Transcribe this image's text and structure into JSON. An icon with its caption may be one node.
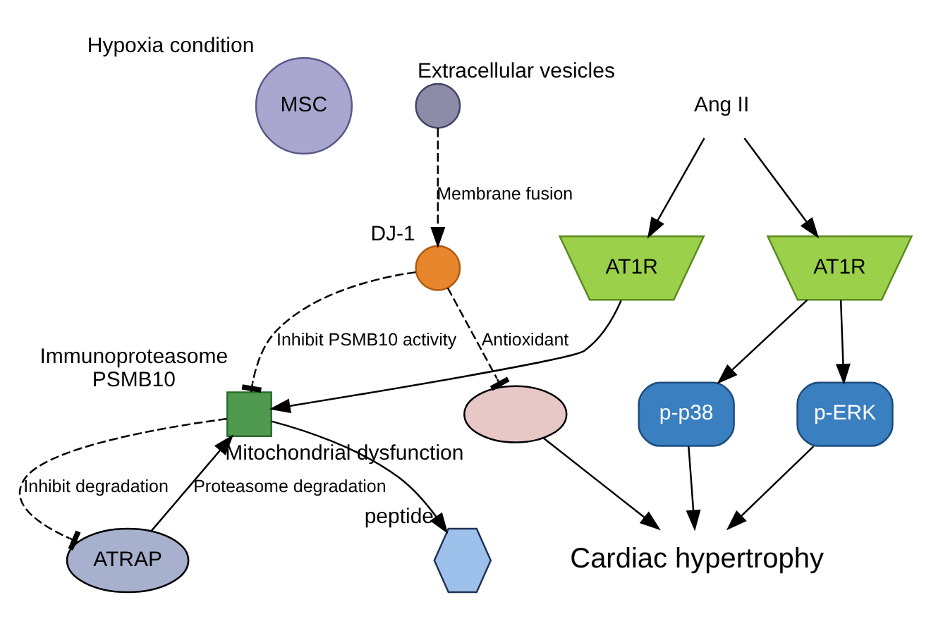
{
  "diagram": {
    "nodes": [
      {
        "text": [
          "MSC"
        ],
        "beside": [
          "Hypoxia condition"
        ]
      },
      {
        "text": [],
        "shape": "circle",
        "beside": [
          "Extracellular vesicles"
        ]
      },
      {
        "text": [
          "Ang II"
        ]
      },
      {
        "text": [
          "AT1R"
        ]
      },
      {
        "text": [
          "AT1R"
        ]
      },
      {
        "text": [
          "ATRAP"
        ]
      },
      {
        "text": [],
        "shape": "box",
        "beside": [
          "Immunoproteasome",
          "PSMB10"
        ]
      },
      {
        "text": [],
        "shape": "hexagon",
        "beside": [
          "peptide"
        ]
      },
      {
        "text": [
          "p-p38"
        ]
      },
      {
        "text": [
          "p-ERK"
        ]
      },
      {
        "text": [
          "Cardiac hypertrophy"
        ]
      },
      {
        "text": [],
        "shape": "circle",
        "beside": [
          "DJ-1"
        ]
      },
      {
        "text": [],
        "shape": "ellipse",
        "beside": [
          "Mitochondrial dysfunction"
        ]
      }
    ],
    "edges": [
      {
        "from": 2,
        "to": 3,
        "arrow": "to"
      },
      {
        "from": 2,
        "to": 4,
        "arrow": "to"
      },
      {
        "from": 3,
        "to": 6,
        "arrow": "to"
      },
      {
        "from": 5,
        "to": 6,
        "arrow": "to",
        "label": "Proteasome degradation"
      },
      {
        "from": 6,
        "to": 5,
        "arrow": "other",
        "style": "dashed",
        "label": "Inhibit degradation"
      },
      {
        "from": 6,
        "to": 7,
        "arrow": "to"
      },
      {
        "from": 4,
        "to": 8,
        "arrow": "to"
      },
      {
        "from": 4,
        "to": 9,
        "arrow": "to"
      },
      {
        "from": 8,
        "to": 10,
        "arrow": "to"
      },
      {
        "from": 9,
        "to": 10,
        "arrow": "to"
      },
      {
        "from": 1,
        "to": 11,
        "arrow": "to",
        "style": "dashed",
        "label": "Membrane fusion"
      },
      {
        "from": 11,
        "to": 6,
        "arrow": "other",
        "style": "dashed",
        "label": "Inhibit PSMB10 activity"
      },
      {
        "from": 11,
        "to": 12,
        "arrow": "other",
        "style": "dashed",
        "label": "Antioxidant"
      },
      {
        "from": 12,
        "to": 10,
        "arrow": "to"
      }
    ]
  }
}
